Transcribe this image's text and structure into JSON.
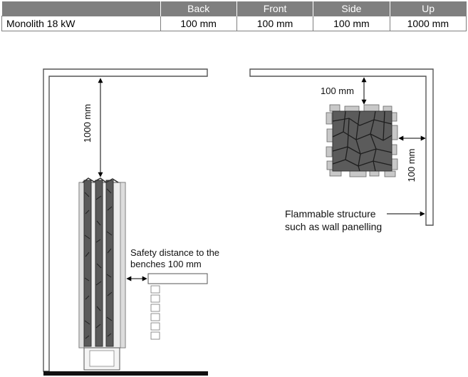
{
  "table": {
    "headers": [
      "",
      "Back",
      "Front",
      "Side",
      "Up"
    ],
    "rows": [
      [
        "Monolith 18 kW",
        "100 mm",
        "100 mm",
        "100 mm",
        "1000 mm"
      ]
    ]
  },
  "side_view": {
    "up_distance": "1000 mm",
    "bench_distance_line1": "Safety distance to the",
    "bench_distance_line2": "benches 100 mm"
  },
  "top_view": {
    "back_distance": "100 mm",
    "side_distance": "100 mm",
    "structure_line1": "Flammable structure",
    "structure_line2": "such as wall panelling"
  }
}
